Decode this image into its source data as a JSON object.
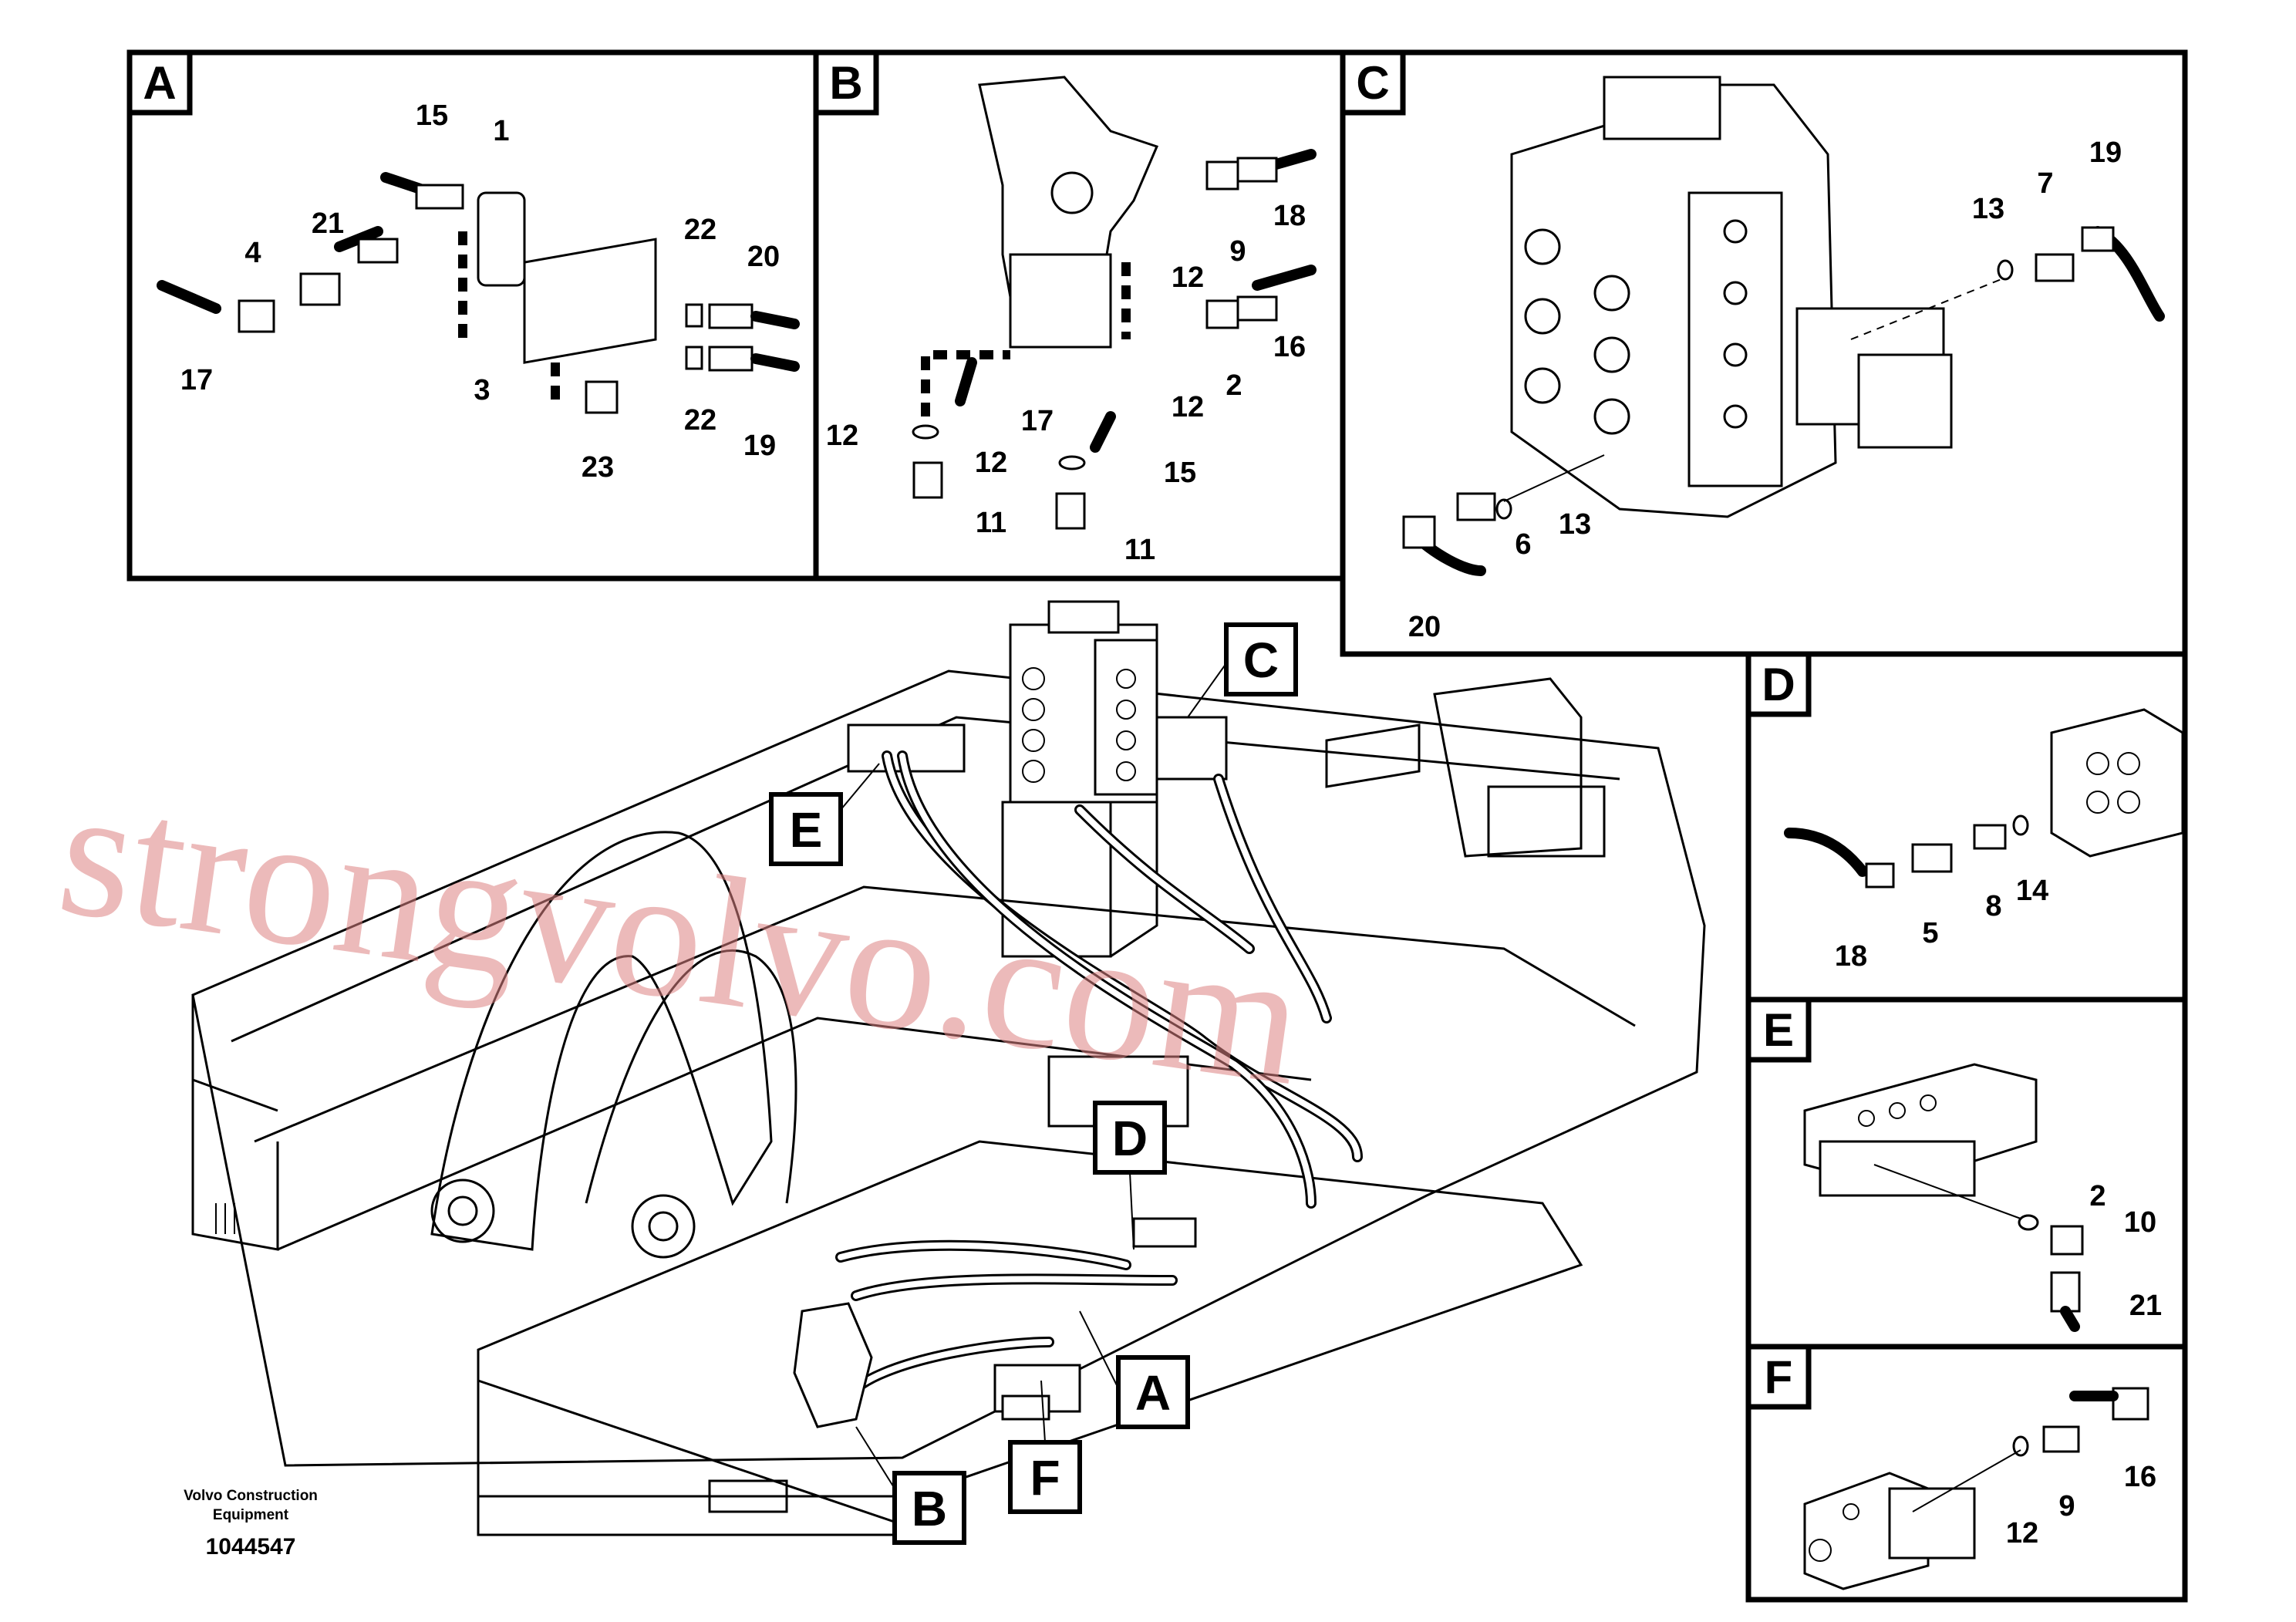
{
  "panels": [
    {
      "id": "A",
      "letter": "A",
      "labels": [
        "15",
        "1",
        "21",
        "4",
        "22",
        "20",
        "17",
        "3",
        "22",
        "19",
        "23"
      ]
    },
    {
      "id": "B",
      "letter": "B",
      "labels": [
        "18",
        "12",
        "9",
        "16",
        "12",
        "2",
        "17",
        "12",
        "12",
        "15",
        "11",
        "11"
      ]
    },
    {
      "id": "C",
      "letter": "C",
      "labels": [
        "19",
        "13",
        "7",
        "6",
        "13",
        "20"
      ]
    },
    {
      "id": "D",
      "letter": "D",
      "labels": [
        "18",
        "5",
        "8",
        "14"
      ]
    },
    {
      "id": "E",
      "letter": "E",
      "labels": [
        "2",
        "10",
        "21"
      ]
    },
    {
      "id": "F",
      "letter": "F",
      "labels": [
        "12",
        "9",
        "16"
      ]
    }
  ],
  "callouts": [
    "C",
    "E",
    "D",
    "A",
    "B",
    "F"
  ],
  "watermark": "strongvolvo.com",
  "caption": {
    "line1": "Volvo Construction",
    "line2": "Equipment"
  },
  "doc_number": "1044547"
}
